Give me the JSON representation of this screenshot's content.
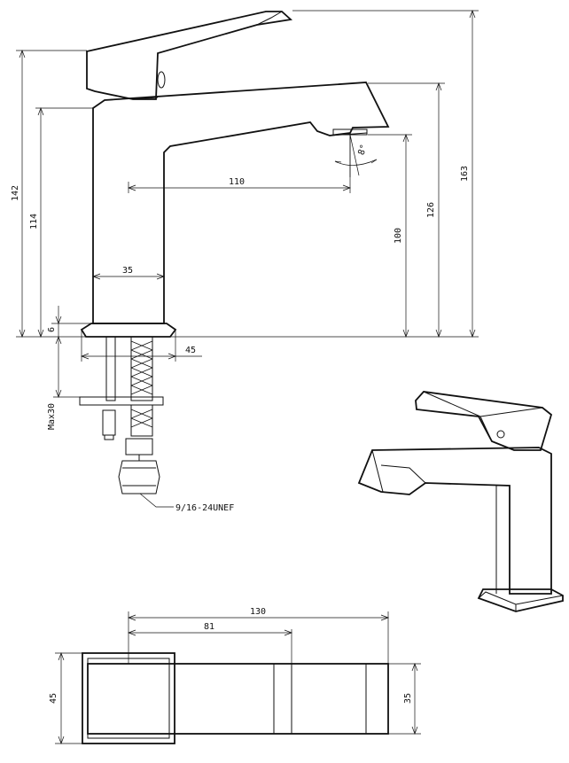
{
  "drawing": {
    "side_view": {
      "dim_total_height": "163",
      "dim_lever_height": "142",
      "dim_body_height": "114",
      "dim_spout_top": "126",
      "dim_spout_outlet": "100",
      "dim_reach": "110",
      "dim_body_width": "35",
      "dim_base": "6",
      "dim_shank_width": "45",
      "dim_max_deck": "Max30",
      "dim_angle": "8°",
      "thread_label": "9/16-24UNEF"
    },
    "top_view": {
      "dim_length": "130",
      "dim_lever_length": "81",
      "dim_width": "45",
      "dim_spout_width": "35"
    }
  }
}
